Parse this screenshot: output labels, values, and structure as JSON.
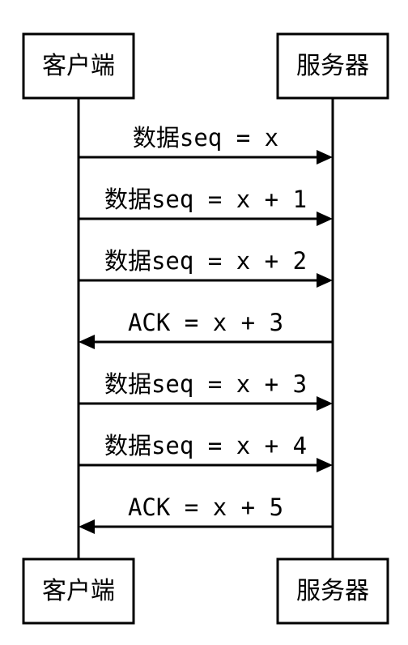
{
  "participants": {
    "client": "客户端",
    "server": "服务器"
  },
  "messages": [
    {
      "label": "数据seq = x",
      "direction": "client-to-server"
    },
    {
      "label": "数据seq = x + 1",
      "direction": "client-to-server"
    },
    {
      "label": "数据seq = x + 2",
      "direction": "client-to-server"
    },
    {
      "label": "ACK = x + 3",
      "direction": "server-to-client"
    },
    {
      "label": "数据seq = x + 3",
      "direction": "client-to-server"
    },
    {
      "label": "数据seq = x + 4",
      "direction": "client-to-server"
    },
    {
      "label": "ACK = x + 5",
      "direction": "server-to-client"
    }
  ]
}
